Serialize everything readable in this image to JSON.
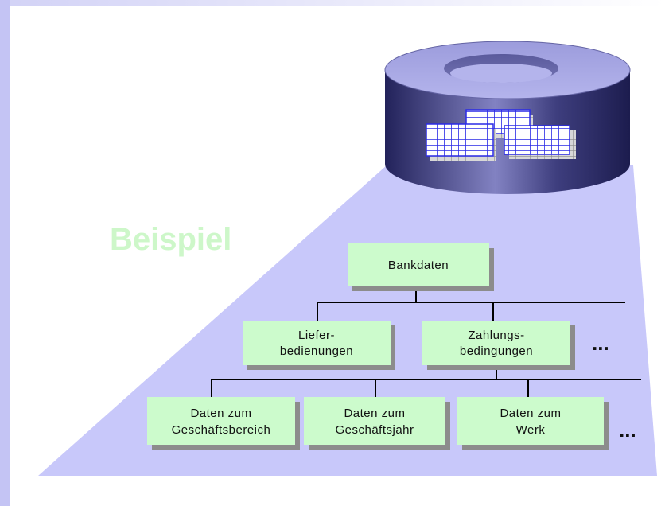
{
  "diagram": {
    "watermark": "Beispiel",
    "root": {
      "label": "Bankdaten"
    },
    "level1": [
      {
        "lines": [
          "Liefer-",
          "bedienungen"
        ]
      },
      {
        "lines": [
          "Zahlungs-",
          "bedingungen"
        ]
      }
    ],
    "level2": [
      {
        "lines": [
          "Daten zum",
          "Geschäftsbereich"
        ]
      },
      {
        "lines": [
          "Daten zum",
          "Geschäftsjahr"
        ]
      },
      {
        "lines": [
          "Daten zum",
          "Werk"
        ]
      }
    ],
    "ellipsis": "..."
  },
  "colors": {
    "left_stripe": "#c4c4f4",
    "top_band": "#e4e4fa",
    "projection": "#c8c8fa",
    "node_fill": "#ccfbcc",
    "node_shadow": "#8c8c8c",
    "cylinder_side": "#34346e",
    "cylinder_top": "#a4a4e4",
    "grid_blue": "#2a2ae6"
  },
  "icons": [
    "database-cylinder-icon",
    "data-tables-icon"
  ]
}
